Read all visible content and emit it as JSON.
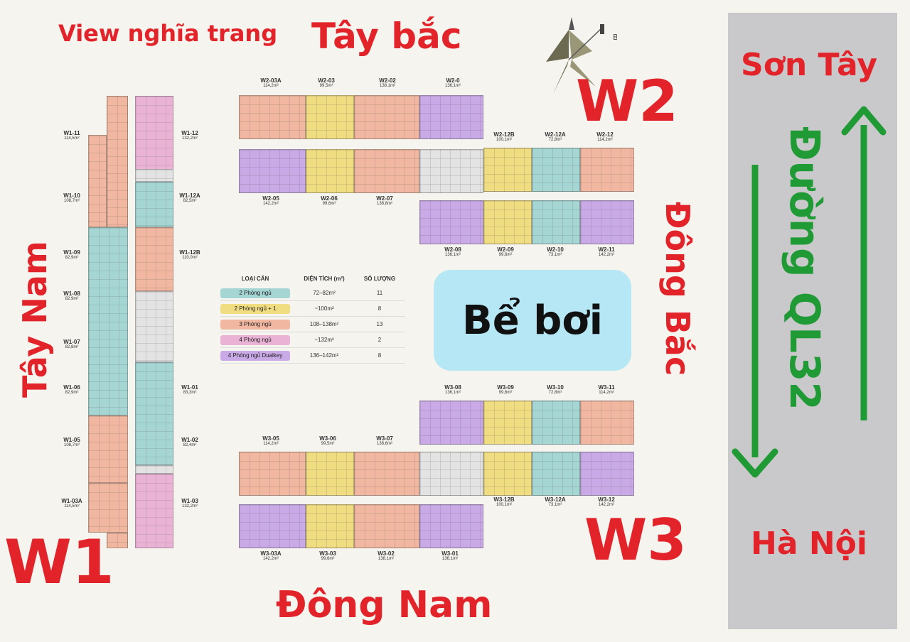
{
  "labels": {
    "view": "View nghĩa trang",
    "tay_bac": "Tây bắc",
    "tay_nam": "Tây Nam",
    "dong_bac": "Đông Bắc",
    "dong_nam": "Đông Nam",
    "w1": "W1",
    "w2": "W2",
    "w3": "W3",
    "son_tay": "Sơn Tây",
    "ha_noi": "Hà Nội",
    "duong": "Đường QL32",
    "be_boi": "Bể bơi",
    "compass": "B"
  },
  "colors": {
    "red": "#e2232a",
    "green": "#1f9a35",
    "teal": "#a5d6d4",
    "yellow": "#f0dd82",
    "orange": "#f2b7a0",
    "pink": "#eab3d6",
    "purple": "#c9a9e6"
  },
  "legend": {
    "headers": [
      "LOẠI CĂN",
      "DIỆN TÍCH (m²)",
      "SỐ LƯỢNG"
    ],
    "rows": [
      {
        "type": "2 Phòng ngủ",
        "area": "72–82m²",
        "count": "11",
        "color": "#a5d6d4"
      },
      {
        "type": "2 Phòng ngủ + 1",
        "area": "~100m²",
        "count": "8",
        "color": "#f0dd82"
      },
      {
        "type": "3 Phòng ngủ",
        "area": "108–138m²",
        "count": "13",
        "color": "#f2b7a0"
      },
      {
        "type": "4 Phòng ngủ",
        "area": "~132m²",
        "count": "2",
        "color": "#eab3d6"
      },
      {
        "type": "4 Phòng ngủ Dualkey",
        "area": "136–142m²",
        "count": "8",
        "color": "#c9a9e6"
      }
    ]
  },
  "units": {
    "w1": [
      {
        "code": "W1-11",
        "area": "114,5m²"
      },
      {
        "code": "W1-12",
        "area": "132,2m²"
      },
      {
        "code": "W1-10",
        "area": "108,7m²"
      },
      {
        "code": "W1-12A",
        "area": "82,5m²"
      },
      {
        "code": "W1-09",
        "area": "82,9m²"
      },
      {
        "code": "W1-12B",
        "area": "110,0m²"
      },
      {
        "code": "W1-08",
        "area": "82,9m²"
      },
      {
        "code": "W1-07",
        "area": "82,8m²"
      },
      {
        "code": "W1-06",
        "area": "82,9m²"
      },
      {
        "code": "W1-01",
        "area": "83,3m²"
      },
      {
        "code": "W1-05",
        "area": "108,7m²"
      },
      {
        "code": "W1-02",
        "area": "82,4m²"
      },
      {
        "code": "W1-03A",
        "area": "114,5m²"
      },
      {
        "code": "W1-03",
        "area": "132,2m²"
      }
    ],
    "w2": [
      {
        "code": "W2-03A",
        "area": "114,2m²"
      },
      {
        "code": "W2-03",
        "area": "99,5m²"
      },
      {
        "code": "W2-02",
        "area": "138,1m²"
      },
      {
        "code": "W2-0",
        "area": "136,1m²"
      },
      {
        "code": "W2-12B",
        "area": "100,1m²"
      },
      {
        "code": "W2-12A",
        "area": "72,8m²"
      },
      {
        "code": "W2-12",
        "area": "114,2m²"
      },
      {
        "code": "W2-05",
        "area": "142,2m²"
      },
      {
        "code": "W2-06",
        "area": "99,6m²"
      },
      {
        "code": "W2-07",
        "area": "138,8m²"
      },
      {
        "code": "W2-08",
        "area": "136,1m²"
      },
      {
        "code": "W2-09",
        "area": "99,6m²"
      },
      {
        "code": "W2-10",
        "area": "73,1m²"
      },
      {
        "code": "W2-11",
        "area": "142,2m²"
      }
    ],
    "w3": [
      {
        "code": "W3-08",
        "area": "136,1m²"
      },
      {
        "code": "W3-09",
        "area": "99,6m²"
      },
      {
        "code": "W3-10",
        "area": "72,8m²"
      },
      {
        "code": "W3-11",
        "area": "114,2m²"
      },
      {
        "code": "W3-05",
        "area": "114,2m²"
      },
      {
        "code": "W3-06",
        "area": "99,5m²"
      },
      {
        "code": "W3-07",
        "area": "138,6m²"
      },
      {
        "code": "W3-12B",
        "area": "100,1m²"
      },
      {
        "code": "W3-12A",
        "area": "73,1m²"
      },
      {
        "code": "W3-12",
        "area": "142,2m²"
      },
      {
        "code": "W3-03A",
        "area": "142,2m²"
      },
      {
        "code": "W3-03",
        "area": "99,6m²"
      },
      {
        "code": "W3-02",
        "area": "138,1m²"
      },
      {
        "code": "W3-01",
        "area": "136,1m²"
      }
    ]
  }
}
